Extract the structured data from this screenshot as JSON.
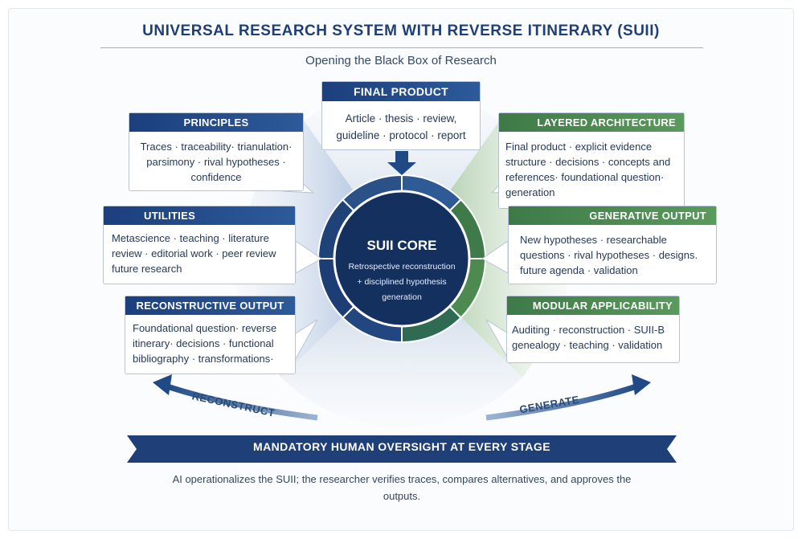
{
  "header": {
    "title": "UNIVERSAL RESEARCH SYSTEM WITH REVERSE ITINERARY (SUII)",
    "subtitle": "Opening the Black Box of Research"
  },
  "final_product": {
    "title": "FINAL PRODUCT",
    "line1": "Article · thesis · review,",
    "line2": "guideline · protocol · report"
  },
  "core": {
    "title": "SUII CORE",
    "line1": "Retrospective reconstruction",
    "line2": "+ disciplined hypothesis",
    "line3": "generation"
  },
  "left_boxes": {
    "principles": {
      "title": "PRINCIPLES",
      "lines": [
        "Traces · traceability· trianulation·",
        "parsimony · rival hypotheses ·",
        "confidence"
      ]
    },
    "utilities": {
      "title": "UTILITIES",
      "lines": [
        "Metascience · teaching · literature",
        "review · editorial work · peer review",
        "future research"
      ]
    },
    "reconstructive_output": {
      "title": "RECONSTRUCTIVE OUTPUT",
      "lines": [
        "Foundational question· reverse",
        "itinerary· decisions · functional",
        "bibliography · transformations·"
      ]
    }
  },
  "right_boxes": {
    "layered_architecture": {
      "title": "LAYERED ARCHITECTURE",
      "lines": [
        "Final product · explicit evidence",
        "structure · decisions · concepts and",
        "references· foundational question·",
        "generation"
      ]
    },
    "generative_output": {
      "title": "GENERATIVE OUTPUT",
      "lines": [
        "New hypotheses · researchable",
        "questions · rival hypotheses · designs.",
        "future agenda · validation"
      ]
    },
    "modular_applicability": {
      "title": "MODULAR APPLICABILITY",
      "lines": [
        "Auditing · reconstruction · SUII-B",
        "genealogy · teaching · validation"
      ]
    }
  },
  "arrows": {
    "left_label": "RECONSTRUCT",
    "right_label": "GENERATE"
  },
  "banner": {
    "text": "MANDATORY HUMAN OVERSIGHT AT EVERY STAGE"
  },
  "footer": {
    "line1": "AI operationalizes the SUII; the researcher verifies traces, compares alternatives, and approves the",
    "line2": "outputs."
  },
  "colors": {
    "navy": "#1c3f7d",
    "green": "#4f8a52",
    "title_blue": "#1f3f78"
  }
}
